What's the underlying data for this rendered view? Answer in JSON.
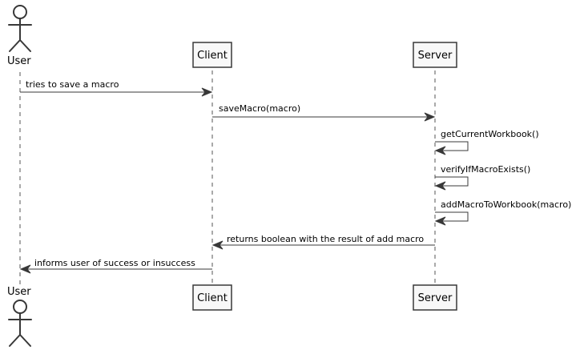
{
  "participants": {
    "user": "User",
    "client": "Client",
    "server": "Server"
  },
  "messages": [
    {
      "from": "user",
      "to": "client",
      "label": "tries to save a macro"
    },
    {
      "from": "client",
      "to": "server",
      "label": "saveMacro(macro)"
    },
    {
      "from": "server",
      "to": "server",
      "label": "getCurrentWorkbook()"
    },
    {
      "from": "server",
      "to": "server",
      "label": "verifyIfMacroExists()"
    },
    {
      "from": "server",
      "to": "server",
      "label": "addMacroToWorkbook(macro)"
    },
    {
      "from": "server",
      "to": "client",
      "label": "returns boolean with the result of add macro"
    },
    {
      "from": "client",
      "to": "user",
      "label": "informs user of success or insuccess"
    }
  ],
  "colors": {
    "line": "#383838",
    "box_fill": "#f8f8f8",
    "background": "#ffffff"
  }
}
